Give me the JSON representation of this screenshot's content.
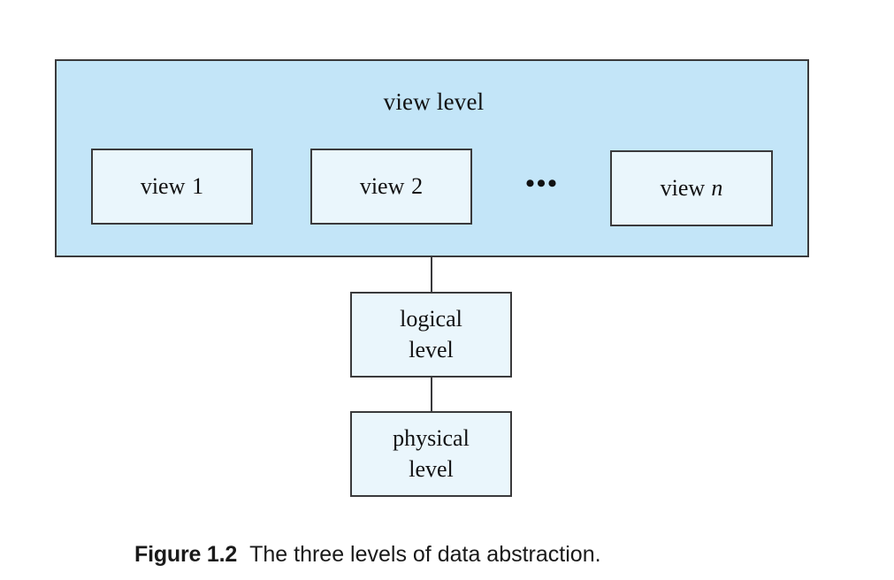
{
  "figure": {
    "caption_label": "Figure 1.2",
    "caption_text": "The three levels of data abstraction.",
    "colors": {
      "panel_fill": "#c3e5f8",
      "box_fill": "#eaf6fc",
      "stroke": "#3a3a3c",
      "text": "#111112",
      "background": "#ffffff"
    }
  },
  "view_level": {
    "title": "view level",
    "ellipsis": "•••",
    "boxes": [
      {
        "label": "view",
        "suffix": "1",
        "italic_suffix": false
      },
      {
        "label": "view",
        "suffix": "2",
        "italic_suffix": false
      },
      {
        "label": "view",
        "suffix": "n",
        "italic_suffix": true
      }
    ]
  },
  "levels": [
    {
      "line1": "logical",
      "line2": "level"
    },
    {
      "line1": "physical",
      "line2": "level"
    }
  ]
}
